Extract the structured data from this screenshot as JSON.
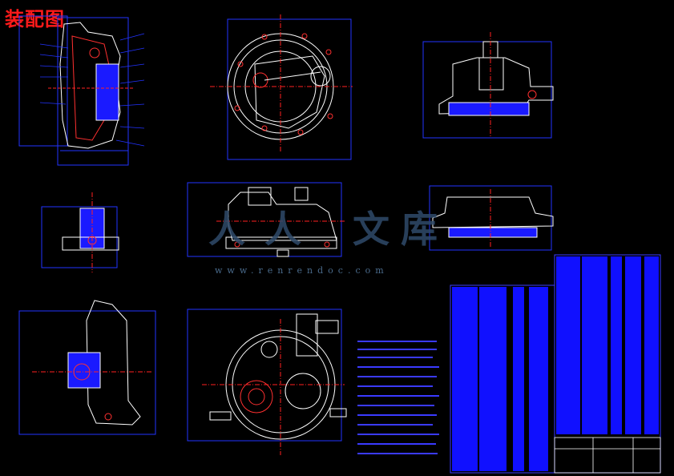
{
  "title": "装配图",
  "watermark": {
    "brand_glyphs": [
      "人",
      "人",
      "文",
      "库"
    ],
    "url": "www.renrendoc.com"
  },
  "colors": {
    "background": "#000000",
    "outline": "#ffffff",
    "dimension": "#1a1aff",
    "centerline": "#ff2020",
    "table_fill": "#1010ff",
    "title": "#ff1a1a",
    "watermark": "#2f4a6a"
  }
}
